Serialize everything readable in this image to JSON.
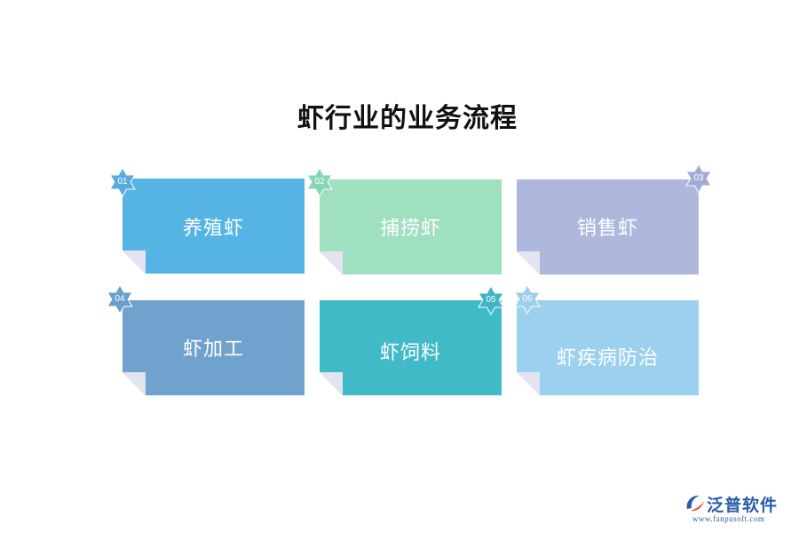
{
  "title": "虾行业的业务流程",
  "steps": [
    {
      "number": "01",
      "label": "养殖虾",
      "color": "#55b4e4",
      "badge_color": "#5aabdb"
    },
    {
      "number": "02",
      "label": "捕捞虾",
      "color": "#9ee0c0",
      "badge_color": "#86d6b4"
    },
    {
      "number": "03",
      "label": "销售虾",
      "color": "#aeb8dc",
      "badge_color": "#a2abd6"
    },
    {
      "number": "04",
      "label": "虾加工",
      "color": "#6fa2cc",
      "badge_color": "#6a9fca"
    },
    {
      "number": "05",
      "label": "虾饲料",
      "color": "#41bac8",
      "badge_color": "#3fb5c6"
    },
    {
      "number": "06",
      "label": "虾疾病防治",
      "color": "#9bd1ee",
      "badge_color": "#9ccfea"
    }
  ],
  "fold_color": "#e3e4ef",
  "logo": {
    "name": "泛普软件",
    "url": "www.fanpusoft.com",
    "color": "#2a5ea8",
    "accent": "#e8562a"
  }
}
